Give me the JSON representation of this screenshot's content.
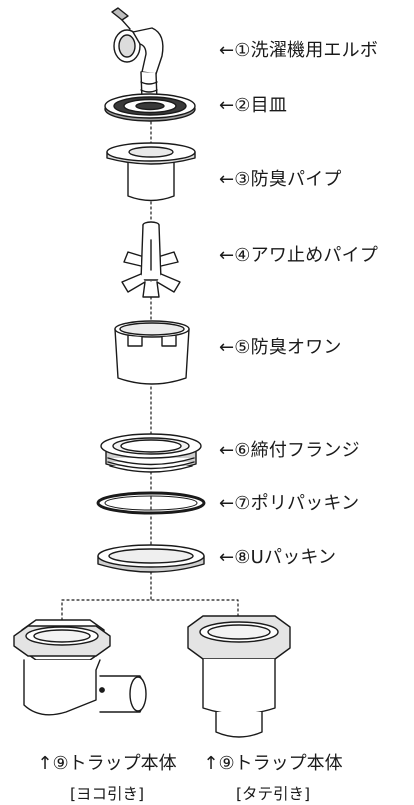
{
  "parts": [
    {
      "label": "←①洗濯機用エルボ"
    },
    {
      "label": "←②目皿"
    },
    {
      "label": "←③防臭パイプ"
    },
    {
      "label": "←④アワ止めパイプ"
    },
    {
      "label": "←⑤防臭オワン"
    },
    {
      "label": "←⑥締付フランジ"
    },
    {
      "label": "←⑦ポリパッキン"
    },
    {
      "label": "←⑧Uパッキン"
    }
  ],
  "traps": [
    {
      "title": "↑⑨トラップ本体",
      "subtitle": "[ヨコ引き]"
    },
    {
      "title": "↑⑨トラップ本体",
      "subtitle": "[タテ引き]"
    }
  ]
}
